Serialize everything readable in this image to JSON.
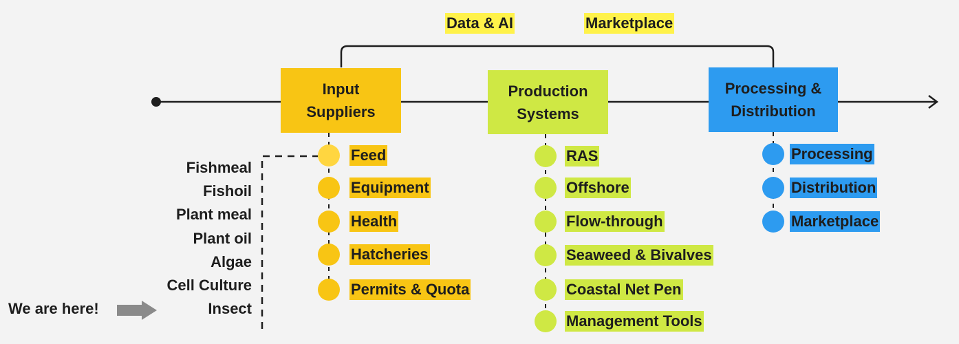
{
  "top_labels": {
    "data_ai": "Data & AI",
    "marketplace": "Marketplace"
  },
  "stages": {
    "input": {
      "line1": "Input",
      "line2": "Suppliers"
    },
    "production": {
      "line1": "Production",
      "line2": "Systems"
    },
    "processing": {
      "line1": "Processing &",
      "line2": "Distribution"
    }
  },
  "input_items": [
    "Feed",
    "Equipment",
    "Health",
    "Hatcheries",
    "Permits & Quota"
  ],
  "production_items": [
    "RAS",
    "Offshore",
    "Flow-through",
    "Seaweed & Bivalves",
    "Coastal Net Pen",
    "Management Tools"
  ],
  "processing_items": [
    "Processing",
    "Distribution",
    "Marketplace"
  ],
  "feed_types": [
    "Fishmeal",
    "Fishoil",
    "Plant meal",
    "Plant oil",
    "Algae",
    "Cell Culture",
    "Insect"
  ],
  "here_label": "We are here!",
  "colors": {
    "input": "#f8c514",
    "production": "#cfe844",
    "processing": "#2d9bf0",
    "highlight": "#fff24a"
  }
}
